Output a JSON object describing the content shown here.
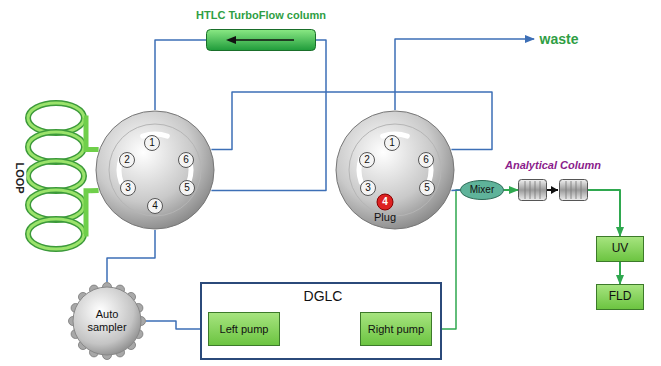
{
  "diagram": {
    "nodes": [
      {
        "text": [
          "HTLC TurboFlow column"
        ]
      },
      {
        "text": [
          "LOOP"
        ]
      },
      {
        "text": [
          "1",
          "2",
          "3",
          "4",
          "5",
          "6"
        ]
      },
      {
        "text": [
          "1",
          "2",
          "3",
          "4",
          "5",
          "6",
          "Plug"
        ]
      },
      {
        "text": [
          "Auto sampler"
        ]
      },
      {
        "text": [
          "DGLC"
        ]
      },
      {
        "text": [
          "Left pump"
        ],
        "in": 5
      },
      {
        "text": [
          "Right pump"
        ],
        "in": 5
      },
      {
        "text": [
          "Mixer"
        ]
      },
      {
        "text": [
          "Analytical Column"
        ]
      },
      {
        "text": [
          "UV"
        ]
      },
      {
        "text": [
          "FLD"
        ]
      },
      {
        "text": [
          "waste"
        ]
      }
    ],
    "edges": [
      {
        "from": 2,
        "to": 0,
        "arrow": "none"
      },
      {
        "from": 0,
        "to": 2,
        "arrow": "none"
      },
      {
        "from": 2,
        "to": 3,
        "arrow": "none"
      },
      {
        "from": 3,
        "to": 12,
        "arrow": "to"
      },
      {
        "from": 2,
        "to": 4,
        "arrow": "none"
      },
      {
        "from": 4,
        "to": 6,
        "arrow": "none"
      },
      {
        "from": 7,
        "to": 8,
        "arrow": "none"
      },
      {
        "from": 3,
        "to": 8,
        "arrow": "none"
      },
      {
        "from": 8,
        "to": 9,
        "arrow": "to"
      },
      {
        "from": 9,
        "to": 10,
        "arrow": "to"
      },
      {
        "from": 10,
        "to": 11,
        "arrow": "to"
      },
      {
        "from": 1,
        "to": 2,
        "arrow": "none"
      },
      {
        "from": 1,
        "to": 2,
        "arrow": "none"
      }
    ]
  }
}
